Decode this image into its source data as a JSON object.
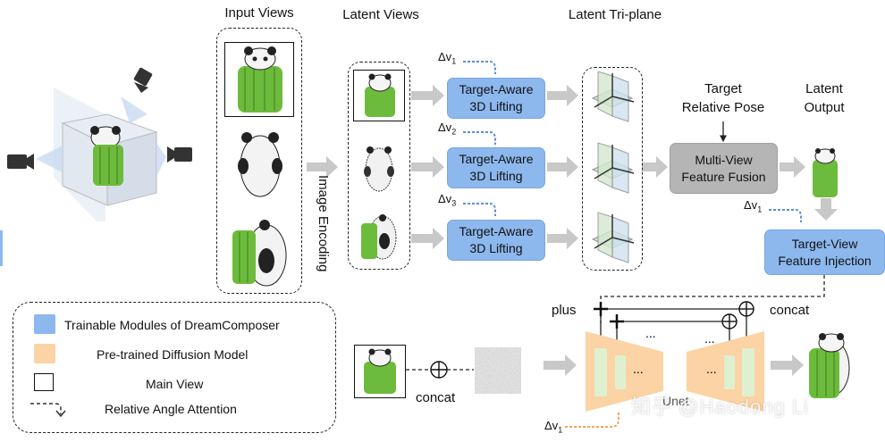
{
  "headings": {
    "input_views": "Input Views",
    "latent_views": "Latent Views",
    "latent_triplane": "Latent Tri-plane",
    "target_relative_pose": "Target\nRelative Pose",
    "latent_output": "Latent\nOutput"
  },
  "labels": {
    "image_encoding": "Image Encoding",
    "plus": "plus",
    "concat_top": "concat",
    "concat_bottom": "concat",
    "unet": "Unet"
  },
  "modules": {
    "lifting_1": "Target-Aware\n3D Lifting",
    "lifting_2": "Target-Aware\n3D Lifting",
    "lifting_3": "Target-Aware\n3D Lifting",
    "fusion": "Multi-View\nFeature Fusion",
    "injection": "Target-View\nFeature Injection"
  },
  "angles": {
    "dv1": "Δv",
    "dv1_sub": "1",
    "dv2": "Δv",
    "dv2_sub": "2",
    "dv3": "Δv",
    "dv3_sub": "3",
    "dv_out": "Δv",
    "dv_out_sub": "1",
    "dv_unet": "Δv",
    "dv_unet_sub": "1"
  },
  "legend": {
    "trainable": "Trainable Modules of DreamComposer",
    "pretrained": "Pre-trained Diffusion Model",
    "main_view": "Main View",
    "relative_angle": "Relative Angle Attention"
  },
  "watermark": "知乎 @Haodong Li",
  "colors": {
    "trainable": "#8cb8ee",
    "pretrained": "#fbd3a4",
    "fusion": "#b5b5b5",
    "arrow": "#c8c8c8",
    "bamboo": "#6dbb3c"
  }
}
